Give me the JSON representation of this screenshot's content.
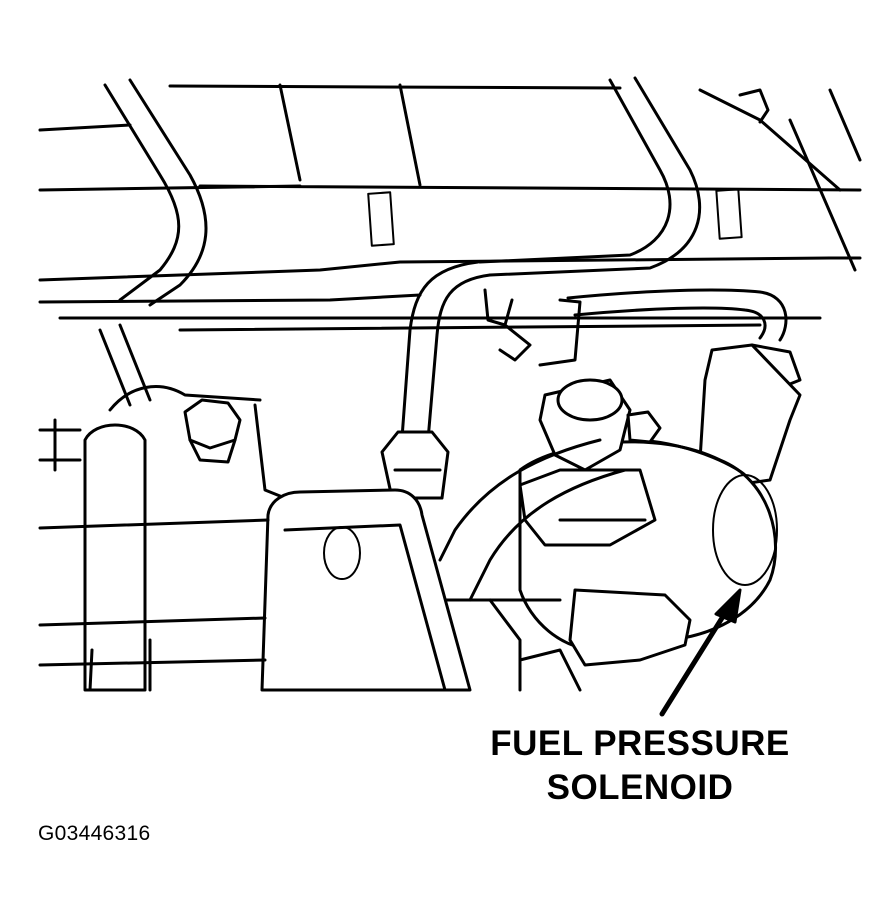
{
  "callout": {
    "line1": "FUEL PRESSURE",
    "line2": "SOLENOID"
  },
  "figure_id": "G03446316",
  "icons": {
    "leader": "arrow-icon"
  }
}
